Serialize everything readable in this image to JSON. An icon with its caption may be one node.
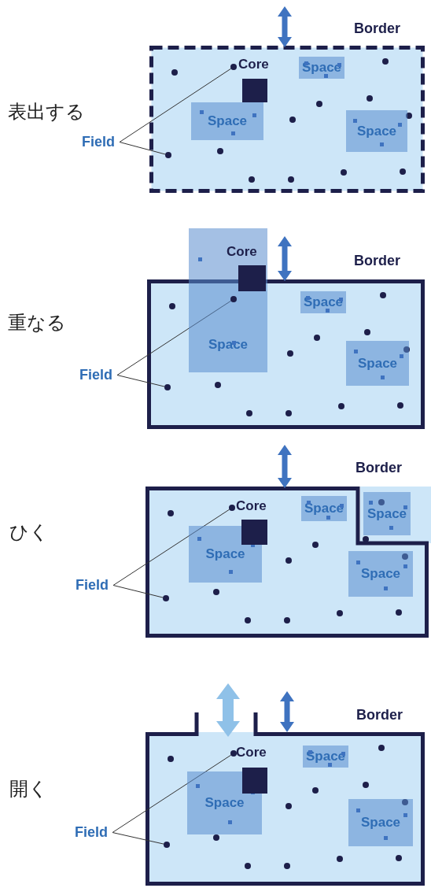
{
  "diagram": {
    "nodes": [
      {
        "text": [],
        "shape": "box"
      },
      {
        "text": [
          "Core"
        ],
        "in": 0
      },
      {
        "text": [
          "Space"
        ],
        "in": 0
      },
      {
        "text": [
          "Space"
        ],
        "in": 0
      },
      {
        "text": [
          "Space"
        ],
        "in": 0
      },
      {
        "text": [
          "Field"
        ]
      },
      {
        "text": [],
        "shape": "circle",
        "in": 0
      },
      {
        "text": [],
        "shape": "circle",
        "in": 0
      },
      {
        "text": [],
        "shape": "box"
      },
      {
        "text": [
          "Core"
        ],
        "in": 10
      },
      {
        "text": [
          "Space"
        ]
      },
      {
        "text": [
          "Space"
        ],
        "in": 8
      },
      {
        "text": [
          "Space"
        ],
        "in": 8
      },
      {
        "text": [
          "Field"
        ]
      },
      {
        "text": [],
        "shape": "circle"
      },
      {
        "text": [],
        "shape": "circle",
        "in": 8
      },
      {
        "text": [],
        "shape": "box"
      },
      {
        "text": [
          "Core"
        ],
        "in": 16
      },
      {
        "text": [
          "Space"
        ],
        "in": 16
      },
      {
        "text": [
          "Space"
        ]
      },
      {
        "text": [
          "Space"
        ],
        "in": 16
      },
      {
        "text": [
          "Space"
        ],
        "in": 16
      },
      {
        "text": [
          "Field"
        ]
      },
      {
        "text": [],
        "shape": "circle",
        "in": 16
      },
      {
        "text": [],
        "shape": "circle",
        "in": 16
      },
      {
        "text": [],
        "shape": "box"
      },
      {
        "text": [
          "Core"
        ],
        "in": 25
      },
      {
        "text": [
          "Space"
        ],
        "in": 25
      },
      {
        "text": [
          "Space"
        ],
        "in": 25
      },
      {
        "text": [
          "Space"
        ],
        "in": 25
      },
      {
        "text": [
          "Field"
        ]
      },
      {
        "text": [],
        "shape": "circle",
        "in": 25
      },
      {
        "text": [],
        "shape": "circle",
        "in": 25
      }
    ],
    "edges": [
      {
        "from": 5,
        "to": 6,
        "arrow": "none"
      },
      {
        "from": 5,
        "to": 7,
        "arrow": "none"
      },
      {
        "from": 13,
        "to": 14,
        "arrow": "none"
      },
      {
        "from": 13,
        "to": 15,
        "arrow": "none"
      },
      {
        "from": 22,
        "to": 23,
        "arrow": "none"
      },
      {
        "from": 22,
        "to": 24,
        "arrow": "none"
      },
      {
        "from": 30,
        "to": 31,
        "arrow": "none"
      },
      {
        "from": 30,
        "to": 32,
        "arrow": "none"
      }
    ],
    "labels": [
      "Border",
      "表出する",
      "Border",
      "重なる",
      "Border",
      "ひく",
      "Border",
      "開く"
    ]
  }
}
